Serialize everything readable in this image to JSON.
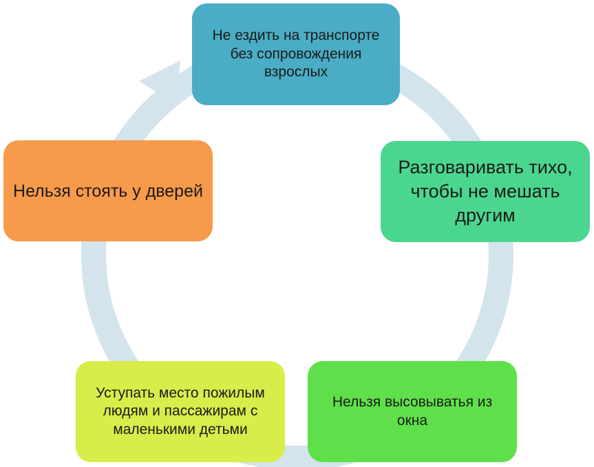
{
  "diagram": {
    "type": "cycle",
    "ring_color": "#d3e4ec",
    "nodes": [
      {
        "id": "top",
        "text": "Не ездить на транспорте без сопровождения взрослых",
        "color": "#4aacc5"
      },
      {
        "id": "right",
        "text": "Разговаривать тихо, чтобы не мешать другим",
        "color": "#4bd68f"
      },
      {
        "id": "bottom-right",
        "text": "Нельзя высовыватья из окна",
        "color": "#5fe04a"
      },
      {
        "id": "bottom-left",
        "text": "Уступать место пожилым людям и пассажирам с маленькими детьми",
        "color": "#d8ec4a"
      },
      {
        "id": "left",
        "text": "Нельзя стоять у дверей",
        "color": "#f79a4b"
      }
    ]
  }
}
